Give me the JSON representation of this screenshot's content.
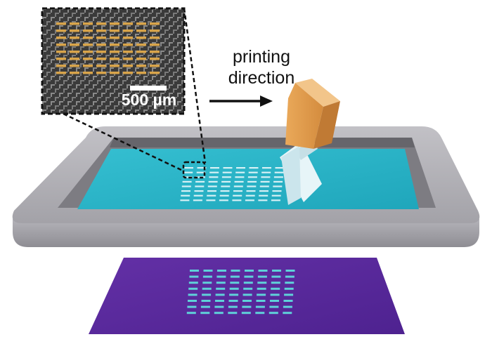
{
  "labels": {
    "direction_line1": "printing",
    "direction_line2": "direction",
    "scale_bar": "500 µm"
  },
  "colors": {
    "tray": "#a9a8ae",
    "fluid": "#2ab3c6",
    "substrate": "#5a2a9a",
    "squeegee_holder": "#e0a055",
    "blade": "#d8ecf0",
    "pattern_lines": "#5fd1d9",
    "arrow": "#111111",
    "inset_background": "#3d3d3d",
    "inset_pattern": "#d8a44a"
  },
  "pattern": {
    "columns": 8,
    "rows": 8
  }
}
